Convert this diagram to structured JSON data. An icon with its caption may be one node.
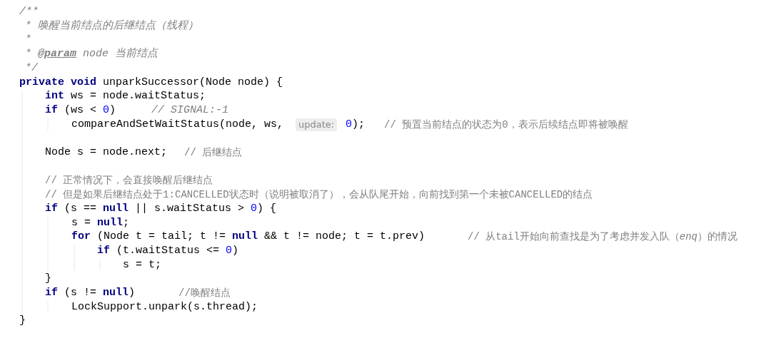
{
  "diagram": {
    "labels": [
      "/**",
      "* 唤醒当前结点的后继结点（线程）",
      "*",
      "* **@param** *node* 当前结点",
      "*/",
      "**private** **void** unparkSuccessor(Node node) {",
      "**int** ws = node.waitStatus;",
      "**if** (ws < 0)",
      "// SIGNAL:-1",
      "compareAndSetWaitStatus(node, ws,",
      "update:",
      "0);",
      "// 预置当前结点的状态为0，表示后续结点即将被唤醒",
      "Node s = node.next;",
      "// 后继结点",
      "// 正常情况下，会直接唤醒后继结点",
      "// 但是如果后继结点处于1:CANCELLED状态时（说明被取消了），会从队尾开始，向前找到第一个未被CANCELLED的结点",
      "**if** (s == **null** || s.waitStatus > 0) {",
      "s = **null**;",
      "**for** (Node t = tail; t != **null** && t != node; t = t.prev)",
      "// 从tail开始向前查找是为了考虑并发入队（*enq*）的情况",
      "**if** (t.waitStatus <= 0)",
      "s = t;",
      "}",
      "**if** (s != **null**)",
      "//唤醒结点",
      "LockSupport.unpark(s.thread);",
      "}"
    ]
  }
}
